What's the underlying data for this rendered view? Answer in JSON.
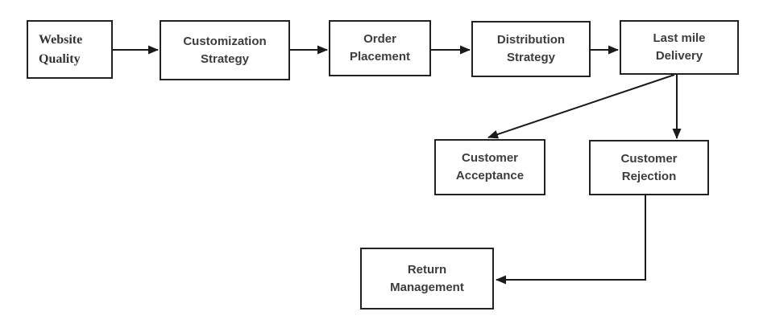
{
  "diagram": {
    "type": "flowchart",
    "background_color": "#ffffff",
    "box_border_color": "#222222",
    "arrow_color": "#1a1a1a",
    "text_color": "#3d3d3d",
    "boxes": [
      {
        "id": "website-quality",
        "label": "Website\nQuality"
      },
      {
        "id": "customization-strategy",
        "label": "Customization\nStrategy"
      },
      {
        "id": "order-placement",
        "label": "Order\nPlacement"
      },
      {
        "id": "distribution-strategy",
        "label": "Distribution\nStrategy"
      },
      {
        "id": "last-mile-delivery",
        "label": "Last mile\nDelivery"
      },
      {
        "id": "customer-acceptance",
        "label": "Customer\nAcceptance"
      },
      {
        "id": "customer-rejection",
        "label": "Customer\nRejection"
      },
      {
        "id": "return-management",
        "label": "Return\nManagement"
      }
    ],
    "edges": [
      {
        "from": "website-quality",
        "to": "customization-strategy"
      },
      {
        "from": "customization-strategy",
        "to": "order-placement"
      },
      {
        "from": "order-placement",
        "to": "distribution-strategy"
      },
      {
        "from": "distribution-strategy",
        "to": "last-mile-delivery"
      },
      {
        "from": "last-mile-delivery",
        "to": "customer-acceptance"
      },
      {
        "from": "last-mile-delivery",
        "to": "customer-rejection"
      },
      {
        "from": "customer-rejection",
        "to": "return-management"
      }
    ]
  }
}
